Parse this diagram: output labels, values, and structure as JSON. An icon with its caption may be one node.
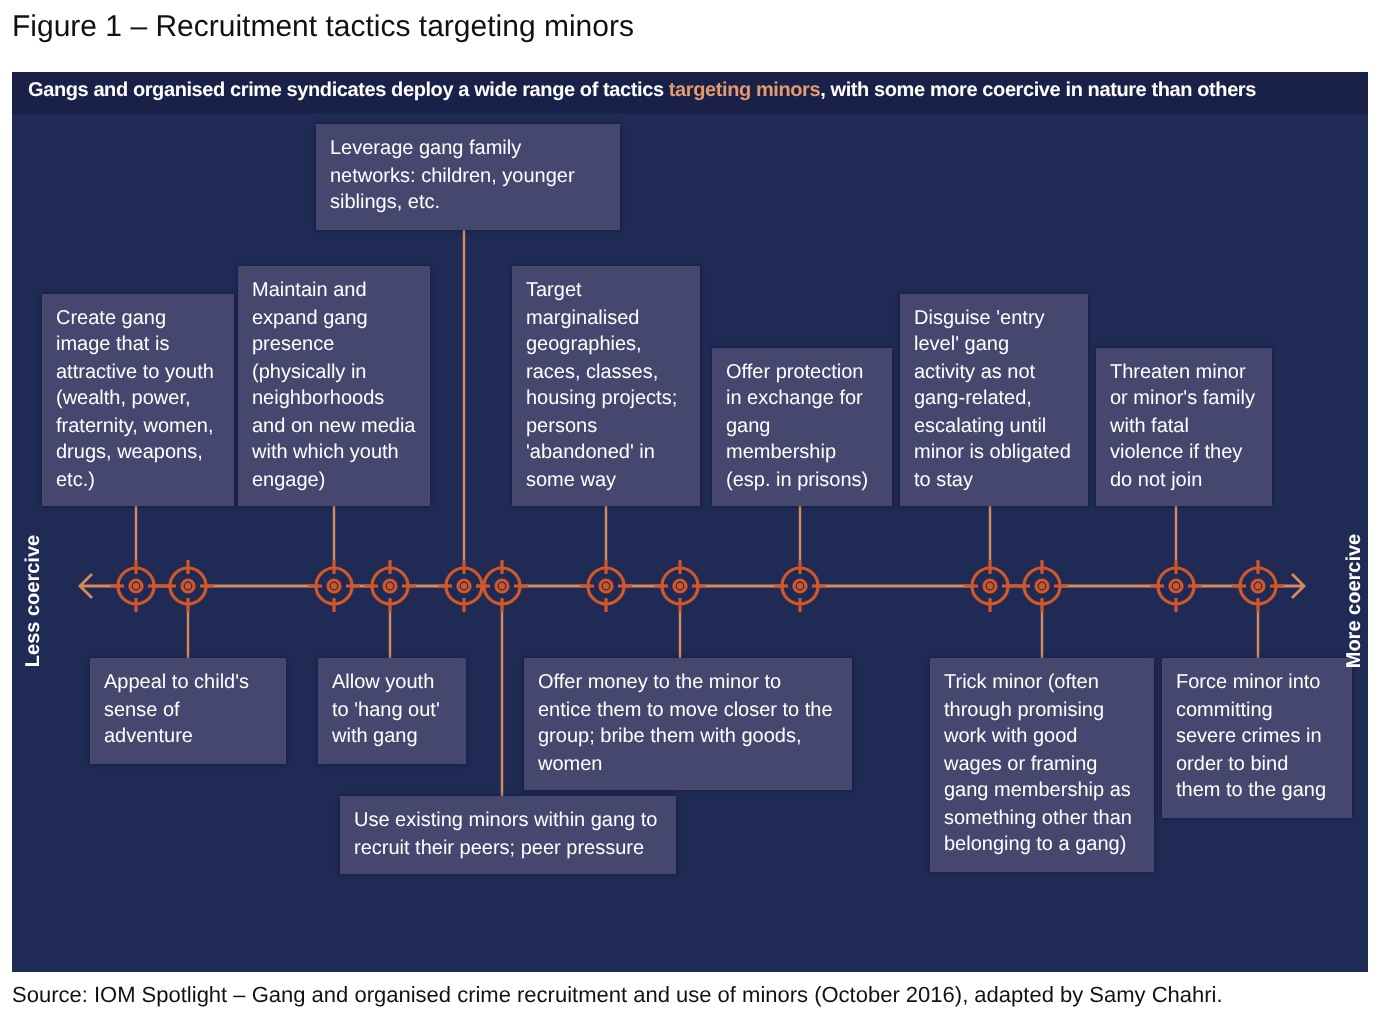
{
  "diagram": {
    "title": "Figure 1 – Recruitment tactics targeting minors",
    "caption": "Source: IOM Spotlight – Gang and organised crime recruitment and use of minors (October 2016), adapted by Samy Chahri.",
    "nodes": [
      {
        "text": [
          "Create gang image that is attractive to youth (wealth, power, fraternity, women, drugs, weapons, etc.)"
        ]
      },
      {
        "text": [
          "Maintain and expand gang presence (physically in neighborhoods and on new media with which youth engage)"
        ]
      },
      {
        "text": [
          "Leverage gang family networks: children, younger siblings, etc."
        ]
      },
      {
        "text": [
          "Target marginalised geographies, races, classes, housing projects; persons 'abandoned' in some way"
        ]
      },
      {
        "text": [
          "Offer protection in exchange for gang membership (esp. in prisons)"
        ]
      },
      {
        "text": [
          "Disguise 'entry level' gang activity as not gang-related, escalating until minor is obligated to stay"
        ]
      },
      {
        "text": [
          "Threaten minor or minor's family with fatal violence if they do not join"
        ]
      },
      {
        "text": [
          "Appeal to child's sense of adventure"
        ]
      },
      {
        "text": [
          "Allow youth to 'hang out' with gang"
        ]
      },
      {
        "text": [
          "Use existing minors within gang to recruit their peers; peer pressure"
        ]
      },
      {
        "text": [
          "Offer money to the minor to entice them to move closer to the group; bribe them with goods, women"
        ]
      },
      {
        "text": [
          "Trick minor (often through promising work with good wages or framing gang membership as something other than belonging to a gang)"
        ]
      },
      {
        "text": [
          "Force minor into committing severe crimes in order to bind them to the gang"
        ]
      },
      {
        "text": [],
        "shape": "circle"
      },
      {
        "text": [],
        "shape": "circle"
      },
      {
        "text": [],
        "shape": "circle"
      },
      {
        "text": [],
        "shape": "circle"
      },
      {
        "text": [],
        "shape": "circle"
      },
      {
        "text": [],
        "shape": "circle"
      },
      {
        "text": [],
        "shape": "circle"
      },
      {
        "text": [],
        "shape": "circle"
      },
      {
        "text": [],
        "shape": "circle"
      },
      {
        "text": [],
        "shape": "circle"
      },
      {
        "text": [],
        "shape": "circle"
      },
      {
        "text": [],
        "shape": "circle"
      },
      {
        "text": [],
        "shape": "circle"
      }
    ],
    "edges": [
      {
        "from": 0,
        "to": 13,
        "arrow": "none"
      },
      {
        "from": 1,
        "to": 15,
        "arrow": "none"
      },
      {
        "from": 2,
        "to": 17,
        "arrow": "none"
      },
      {
        "from": 3,
        "to": 19,
        "arrow": "none"
      },
      {
        "from": 4,
        "to": 21,
        "arrow": "none"
      },
      {
        "from": 5,
        "to": 22,
        "arrow": "none"
      },
      {
        "from": 6,
        "to": 24,
        "arrow": "none"
      },
      {
        "from": 7,
        "to": 14,
        "arrow": "none"
      },
      {
        "from": 8,
        "to": 16,
        "arrow": "none"
      },
      {
        "from": 9,
        "to": 18,
        "arrow": "none"
      },
      {
        "from": 10,
        "to": 20,
        "arrow": "none"
      },
      {
        "from": 11,
        "to": 23,
        "arrow": "none"
      },
      {
        "from": 12,
        "to": 25,
        "arrow": "none"
      }
    ],
    "labels": [
      "Gangs and organised crime syndicates deploy a wide range of tactics *targeting minors*, with some more coercive in nature than others",
      "Less coercive",
      "More coercive"
    ]
  }
}
